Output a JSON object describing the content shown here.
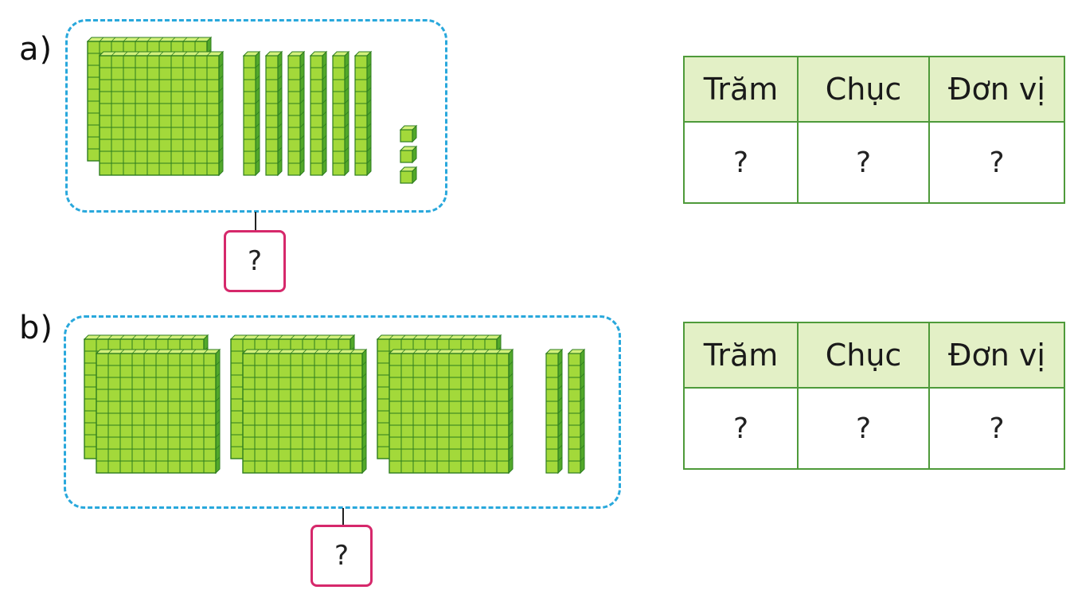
{
  "colors": {
    "cube_front": "#a3d93a",
    "cube_side": "#52a82a",
    "cube_top": "#d2f07a",
    "cube_grid": "#2e7d1f",
    "frame_dashed": "#29a8dc",
    "answer_border": "#d6286b",
    "table_border": "#4e9a3a",
    "table_header_bg": "#e3f0c6"
  },
  "part_a": {
    "label": "a)",
    "hundreds_flats": 1,
    "tens_rods": 6,
    "unit_cubes": 3,
    "answer": "?",
    "table": {
      "headers": [
        "Trăm",
        "Chục",
        "Đơn vị"
      ],
      "values": [
        "?",
        "?",
        "?"
      ]
    }
  },
  "part_b": {
    "label": "b)",
    "hundreds_flats": 3,
    "tens_rods": 2,
    "unit_cubes": 0,
    "answer": "?",
    "table": {
      "headers": [
        "Trăm",
        "Chục",
        "Đơn vị"
      ],
      "values": [
        "?",
        "?",
        "?"
      ]
    }
  }
}
